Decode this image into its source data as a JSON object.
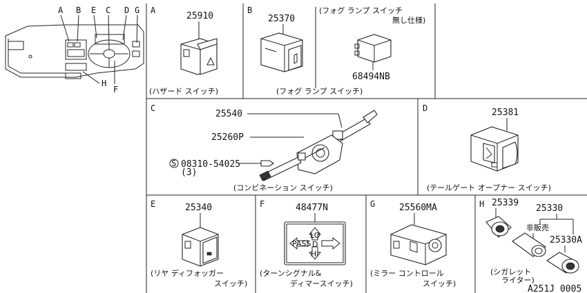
{
  "overview": {
    "letters": [
      "A",
      "B",
      "E",
      "C",
      "D",
      "G",
      "H",
      "F"
    ]
  },
  "panels": {
    "A": {
      "letter": "A",
      "part": "25910",
      "caption": "(ハザード スイッチ)"
    },
    "B": {
      "letter": "B",
      "part": "25370",
      "caption": "(フォグ ランプ スイッチ)",
      "note1": "(フォグ ランプ スイッチ",
      "note2": "無し仕様)",
      "part2": "68494NB"
    },
    "C": {
      "letter": "C",
      "part1": "25540",
      "part2": "25260P",
      "screw": "08310-54025",
      "screw_symbol": "S",
      "qty": "(3)",
      "caption": "(コンビネーション スイッチ)"
    },
    "D": {
      "letter": "D",
      "part": "25381",
      "caption": "(テールゲート オープナー スイッチ)"
    },
    "E": {
      "letter": "E",
      "part": "25340",
      "caption1": "(リヤ ディフォッガー",
      "caption2": "スイッチ)"
    },
    "F": {
      "letter": "F",
      "part": "48477N",
      "caption1": "(ターンシグナル&",
      "caption2": "ディマースイッチ)",
      "symbol_pass": "PASS",
      "symbol_lo": "LO",
      "symbol_hi": "HI",
      "symbol_d": "D"
    },
    "G": {
      "letter": "G",
      "part": "25560MA",
      "caption1": "(ミラー コントロール",
      "caption2": "スイッチ)"
    },
    "H": {
      "letter": "H",
      "part1": "25339",
      "part2": "25330",
      "note": "非販売",
      "part3": "25330A",
      "caption1": "(シガレット",
      "caption2": "ライター)"
    }
  },
  "footer": {
    "code": "A251J 0005"
  }
}
